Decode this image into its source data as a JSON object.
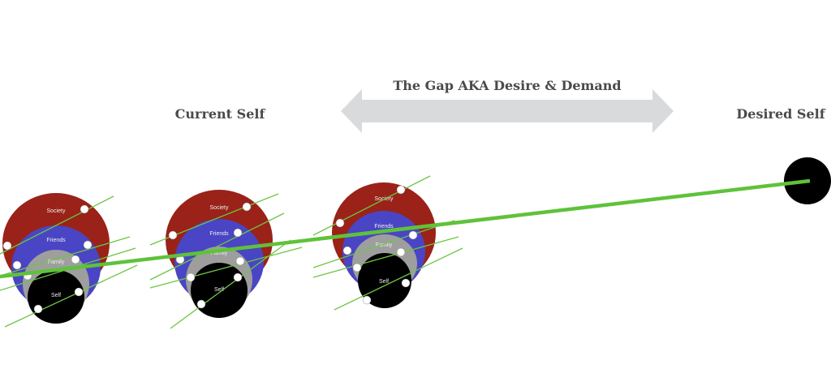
{
  "titles": {
    "gap": "The Gap AKA Desire & Demand",
    "current": "Current Self",
    "desired": "Desired Self"
  },
  "circle_labels": [
    "Society",
    "Friends",
    "Family",
    "Self"
  ],
  "colors": {
    "society": "#9a2218",
    "friends": "#4a45c4",
    "family": "#9e9e9e",
    "self": "#000000",
    "line": "#5fc23a",
    "arrow": "#d9dadc"
  }
}
